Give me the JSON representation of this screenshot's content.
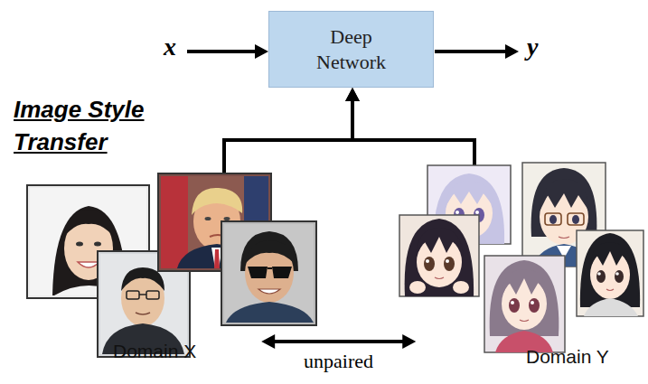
{
  "diagram": {
    "title": "Image Style Transfer",
    "nodes": [
      {
        "text": [
          "Deep Network"
        ]
      },
      {
        "text": [
          "Domain X"
        ]
      },
      {
        "text": [
          "Domain Y"
        ]
      }
    ],
    "edges": [
      {
        "from": 1,
        "to": 0,
        "arrow": "to"
      },
      {
        "from": 2,
        "to": 0,
        "arrow": "to"
      },
      {
        "from": 1,
        "to": 2,
        "label": "unpaired",
        "arrow": "both"
      }
    ],
    "labels": [
      "x",
      "y"
    ]
  }
}
